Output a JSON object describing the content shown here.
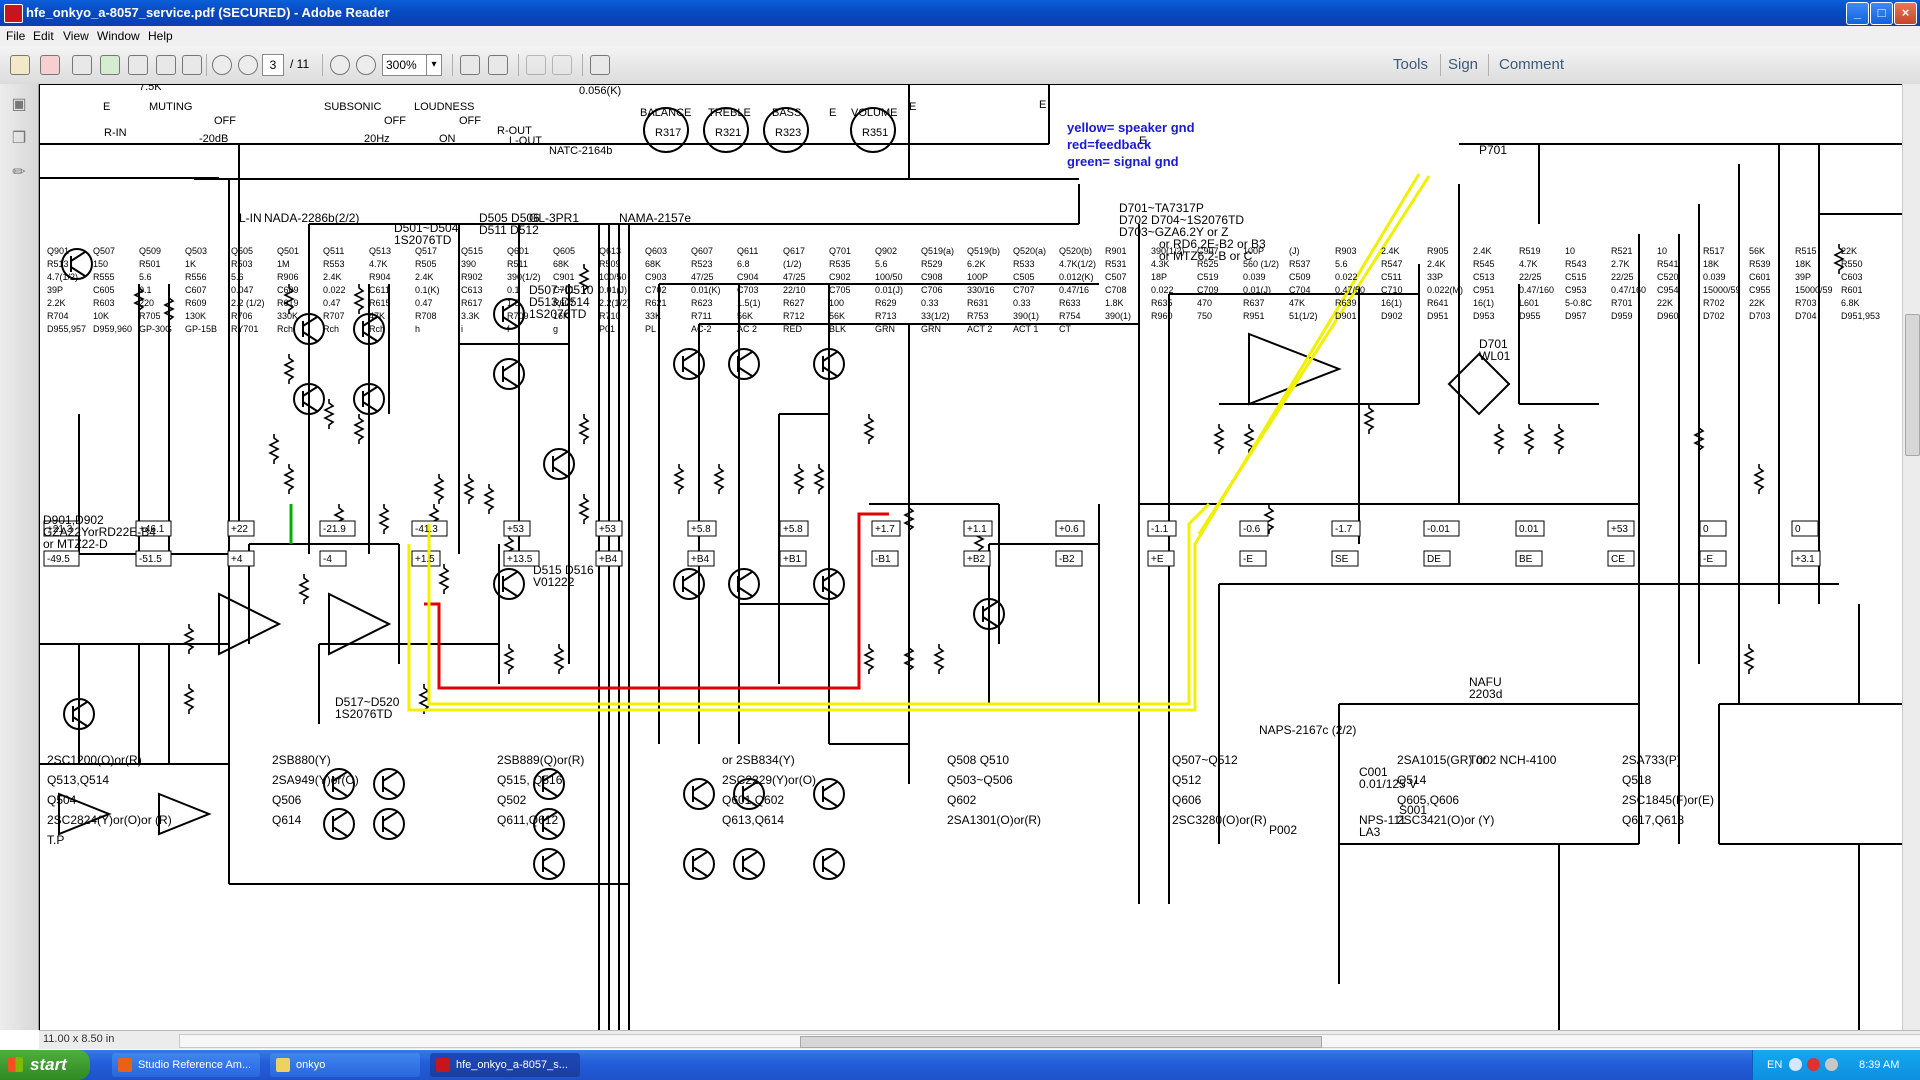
{
  "window": {
    "title": "hfe_onkyo_a-8057_service.pdf (SECURED) - Adobe Reader",
    "controls": [
      "_",
      "□",
      "×"
    ]
  },
  "menu": [
    "File",
    "Edit",
    "View",
    "Window",
    "Help"
  ],
  "toolbar": {
    "page_current": "3",
    "page_total": "/ 11",
    "zoom": "300%",
    "zoom_arrow": "▾",
    "right_links": [
      "Tools",
      "Sign",
      "Comment"
    ]
  },
  "status": {
    "page_size": "11.00 x 8.50 in"
  },
  "annotation": {
    "lines": [
      "yellow= speaker gnd",
      "red=feedback",
      "green= signal gnd"
    ],
    "color": "#1a1ad0"
  },
  "wire_colors": {
    "yellow": "#f0f000",
    "red": "#e00000",
    "green": "#00b000"
  },
  "schematic": {
    "panel_labels": [
      "MUTING",
      "OFF",
      "-20dB",
      "SUBSONIC",
      "OFF",
      "20Hz",
      "LOUDNESS",
      "OFF",
      "ON",
      "R-OUT",
      "L-OUT",
      "NATC-2164b",
      "BALANCE",
      "TREBLE",
      "BASS",
      "VOLUME",
      "R317",
      "R321",
      "R323",
      "R351",
      "0.056(K)",
      "7.5K",
      "R-IN",
      "E",
      "E",
      "E",
      "E",
      "E"
    ],
    "board_labels": [
      "L-IN",
      "NADA-2286b(2/2)",
      "NAMA-2157e",
      "NAPS-2167c (2/2)",
      "D501~D504",
      "1S2076TD",
      "D505 D506",
      "D511 D512",
      "GL-3PR1",
      "D507~D510",
      "D513,D514",
      "1S2076TD",
      "D515 D516",
      "V01222",
      "D517~D520",
      "1S2076TD",
      "D901,D902",
      "GZA22YorRD22E-B4",
      "or MTZ22-D",
      "D701",
      "WL01",
      "D701~TA7317P",
      "D702 D704~1S2076TD",
      "D703~GZA6.2Y or Z",
      "or RD6.2E-B2 or B3",
      "or MTZ6.2-B or C",
      "NAFU",
      "2203d",
      "T002 NCH-4100",
      "NPS-111",
      "LA3",
      "C001",
      "0.01/125 V",
      "S001",
      "P002",
      "P701"
    ],
    "parts": [
      "Q901",
      "Q507",
      "Q509",
      "Q503",
      "Q505",
      "Q501",
      "Q511",
      "Q513",
      "Q517",
      "Q515",
      "Q601",
      "Q605",
      "Q613",
      "Q603",
      "Q607",
      "Q611",
      "Q617",
      "Q701",
      "Q902",
      "Q519(a)",
      "Q519(b)",
      "Q520(a)",
      "Q520(b)",
      "R901",
      "390(1/2)",
      "C907",
      "100P",
      "(J)",
      "R903",
      "2.4K",
      "R905",
      "2.4K",
      "R519",
      "10",
      "R521",
      "10",
      "R517",
      "56K",
      "R515",
      "22K",
      "R513",
      "150",
      "R501",
      "1K",
      "R503",
      "1M",
      "R553",
      "4.7K",
      "R505",
      "390",
      "R511",
      "68K",
      "R509",
      "68K",
      "R523",
      "6.8",
      "(1/2)",
      "R535",
      "5.6",
      "R529",
      "6.2K",
      "R533",
      "4.7K(1/2)",
      "R531",
      "4.3K",
      "R525",
      "560 (1/2)",
      "R537",
      "5.6",
      "R547",
      "2.4K",
      "R545",
      "4.7K",
      "R543",
      "2.7K",
      "R541",
      "18K",
      "R539",
      "18K",
      "R550",
      "4.7(1/2)",
      "R555",
      "5.6",
      "R556",
      "5.6",
      "R906",
      "2.4K",
      "R904",
      "2.4K",
      "R902",
      "390(1/2)",
      "C901",
      "100/50",
      "C903",
      "47/25",
      "C904",
      "47/25",
      "C902",
      "100/50",
      "C908",
      "100P",
      "C505",
      "0.012(K)",
      "C507",
      "18P",
      "C519",
      "0.039",
      "C509",
      "0.022",
      "C511",
      "33P",
      "C513",
      "22/25",
      "C515",
      "22/25",
      "C520",
      "0.039",
      "C601",
      "39P",
      "C603",
      "39P",
      "C605",
      "0.1",
      "C607",
      "0.047",
      "C609",
      "0.022",
      "C611",
      "0.1(K)",
      "C613",
      "0.1",
      "C701",
      "0.01(J)",
      "C702",
      "0.01(K)",
      "C703",
      "22/10",
      "C705",
      "0.01(J)",
      "C706",
      "330/16",
      "C707",
      "0.47/16",
      "C708",
      "0.022",
      "C709",
      "0.01(J)",
      "C704",
      "0.47/50",
      "C710",
      "0.022(M)",
      "C951",
      "0.47/160",
      "C953",
      "0.47/160",
      "C954",
      "15000/59",
      "C955",
      "15000/59",
      "R601",
      "2.2K",
      "R603",
      "220",
      "R609",
      "2.2 (1/2)",
      "R619",
      "0.47",
      "R615",
      "0.47",
      "R617",
      "1.5",
      "R607",
      "2.2(1/2)",
      "R621",
      "R623",
      "1.5(1)",
      "R627",
      "100",
      "R629",
      "0.33",
      "R631",
      "0.33",
      "R633",
      "1.8K",
      "R635",
      "470",
      "R637",
      "47K",
      "R639",
      "16(1)",
      "R641",
      "16(1)",
      "L601",
      "5-0.8C",
      "R701",
      "22K",
      "R702",
      "22K",
      "R703",
      "6.8K",
      "R704",
      "10K",
      "R705",
      "130K",
      "R706",
      "330K",
      "R707",
      "47K",
      "R708",
      "3.3K",
      "R709",
      "16K",
      "R710",
      "33K",
      "R711",
      "56K",
      "R712",
      "56K",
      "R713",
      "33(1/2)",
      "R753",
      "390(1)",
      "R754",
      "390(1)",
      "R960",
      "750",
      "R951",
      "51(1/2)",
      "D901",
      "D902",
      "D951",
      "D953",
      "D955",
      "D957",
      "D959",
      "D960",
      "D702",
      "D703",
      "D704",
      "D951,953",
      "D955,957",
      "D959,960",
      "GP-30G",
      "GP-15B",
      "RY701",
      "Rch",
      "Rch",
      "Rch",
      "h",
      "i",
      "f",
      "g",
      "P01",
      "PL",
      "AC-2",
      "AC 2",
      "RED",
      "BLK",
      "GRN",
      "GRN",
      "ACT 2",
      "ACT 1",
      "CT"
    ],
    "voltages": [
      "+21.3",
      "+46.1",
      "+22",
      "-21.9",
      "-41.3",
      "+53",
      "+53",
      "+5.8",
      "+5.8",
      "+1.7",
      "+1.1",
      "+0.6",
      "-1.1",
      "-0.6",
      "-1.7",
      "-0.01",
      "0.01",
      "+53",
      "0",
      "0",
      "-49.5",
      "-51.5",
      "+4",
      "-4",
      "+1.5",
      "+13.5",
      "+B4",
      "+B4",
      "+B1",
      "-B1",
      "+B2",
      "-B2",
      "+E",
      "-E",
      "SE",
      "DE",
      "BE",
      "CE",
      "-E",
      "+3.1"
    ],
    "part_notes": [
      "2SC1200(O)or(R)",
      "2SB880(Y)",
      "2SB889(Q)or(R)",
      "or 2SB834(Y)",
      "Q508 Q510",
      "Q507~Q512",
      "2SA1015(GR) or",
      "2SA733(P)",
      "Q513,Q514",
      "2SA949(Y)or(O)",
      "Q515, Q516",
      "2SC2229(Y)or(O)",
      "Q503~Q506",
      "Q512",
      "Q514",
      "Q518",
      "Q504",
      "Q506",
      "Q502",
      "Q601,Q602",
      "Q602",
      "Q606",
      "Q605,Q606",
      "2SC1845(F)or(E)",
      "2SC2824(Y)or(O)or (R)",
      "Q614",
      "Q611,Q612",
      "Q613,Q614",
      "2SA1301(O)or(R)",
      "2SC3280(O)or(R)",
      "2SC3421(O)or (Y)",
      "Q617,Q618",
      "T.P"
    ]
  },
  "taskbar": {
    "start": "start",
    "tasks": [
      {
        "label": "Studio Reference Am...",
        "icon_color": "#e8601a",
        "active": false
      },
      {
        "label": "onkyo",
        "icon_color": "#f0d060",
        "active": false
      },
      {
        "label": "hfe_onkyo_a-8057_s...",
        "icon_color": "#c4161c",
        "active": true
      }
    ],
    "tray_lang": "EN",
    "clock": "8:39 AM"
  }
}
